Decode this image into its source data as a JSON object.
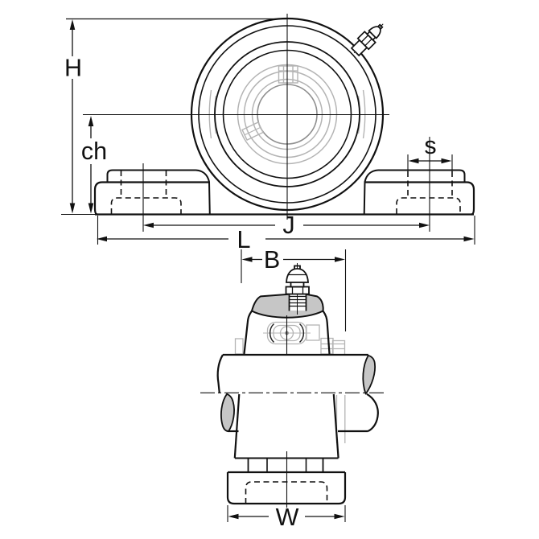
{
  "drawing": {
    "title": "pillow-block-bearing-dimension-drawing",
    "views": {
      "front_view_name": "front view",
      "side_view_name": "side view"
    },
    "colors": {
      "outline": "#111111",
      "hidden_detail": "#b4b4b4",
      "section_shade": "#c6c6c6",
      "background": "#ffffff"
    },
    "front_view": {
      "labels": {
        "overall_height": "H",
        "center_height": "ch",
        "slot_width": "s",
        "bolt_hole_spacing": "J",
        "base_length": "L"
      }
    },
    "side_view": {
      "labels": {
        "housing_width": "B",
        "base_width": "W"
      }
    }
  }
}
